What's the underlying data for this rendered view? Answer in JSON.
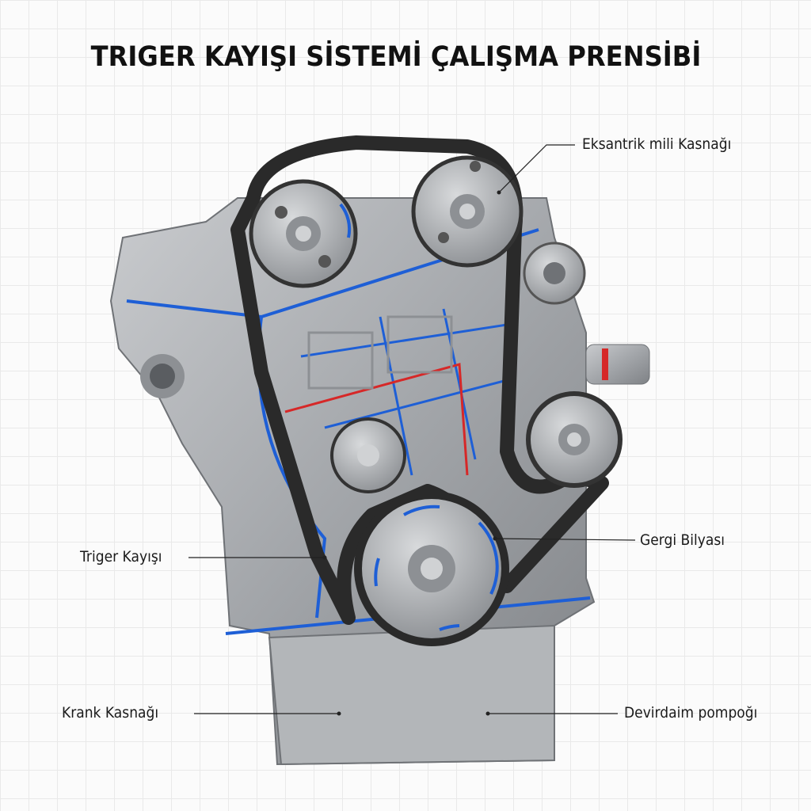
{
  "title": "TRIGER KAYIŞI SİSTEMİ ÇALIŞMA PRENSİBİ",
  "labels": {
    "camshaft_pulley": "Eksantrik mili Kasnağı",
    "tensioner": "Gergi Bilyası",
    "timing_belt": "Triger Kayışı",
    "crank_pulley": "Krank Kasnağı",
    "water_pump": "Devirdaim pompoğı"
  },
  "colors": {
    "accent_blue": "#1e5fd6",
    "accent_red": "#d62828",
    "belt": "#2a2a2a",
    "metal": "#a9acb0"
  }
}
